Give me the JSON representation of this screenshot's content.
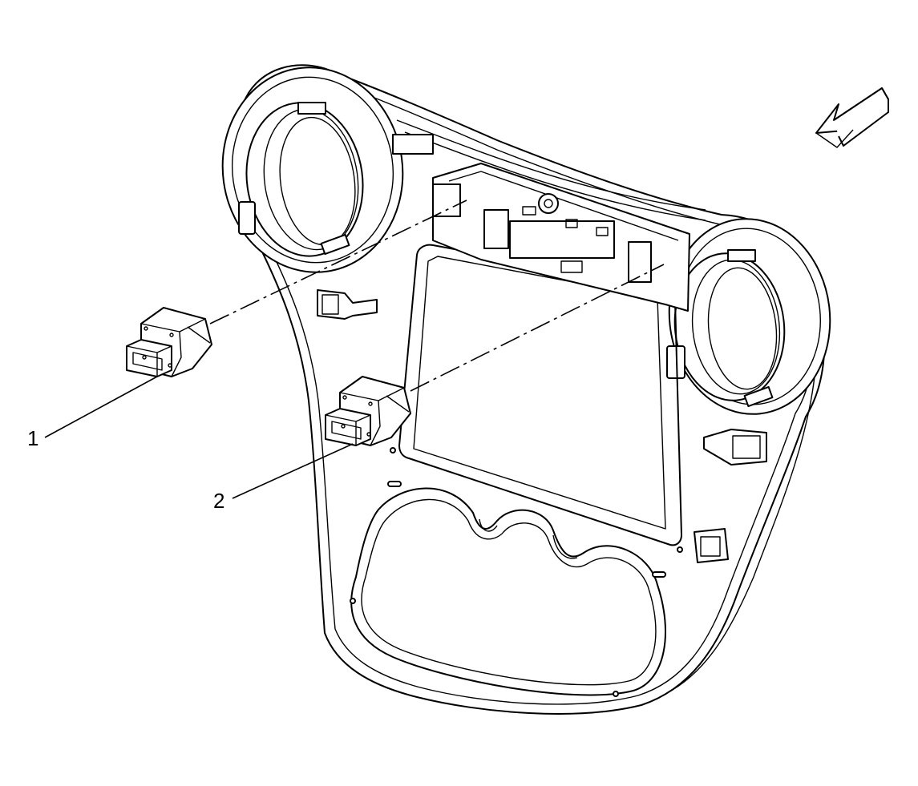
{
  "callouts": [
    {
      "id": "1",
      "label": "1"
    },
    {
      "id": "2",
      "label": "2"
    }
  ],
  "colors": {
    "line": "#000000",
    "background": "#ffffff"
  },
  "icons": {
    "orientation": "view-direction-arrow-icon"
  }
}
